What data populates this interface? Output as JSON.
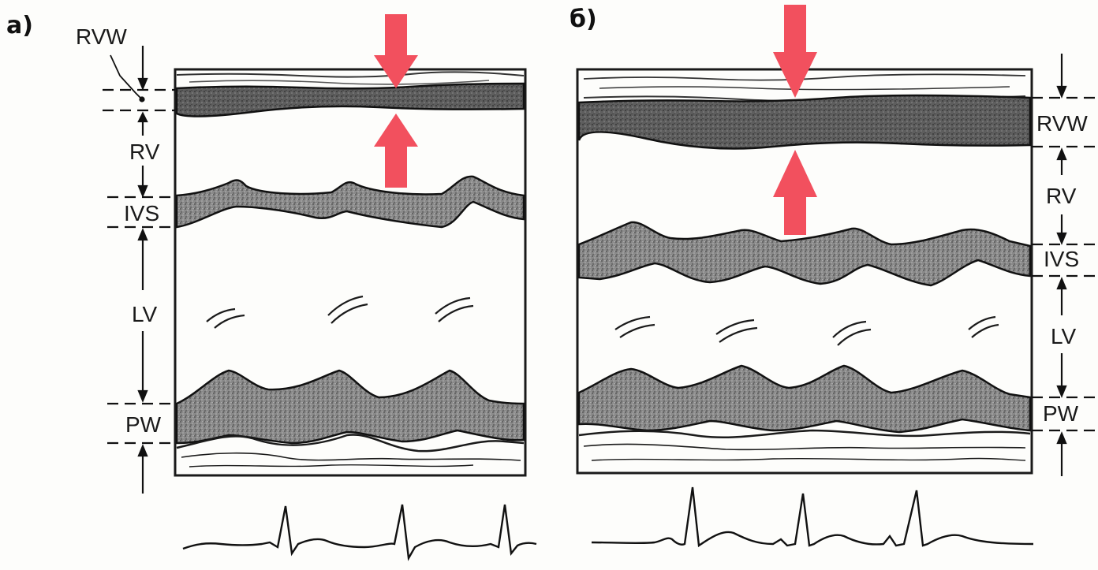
{
  "panel_a": {
    "label": "а)",
    "layers": {
      "rvw": "RVW",
      "rv": "RV",
      "ivs": "IVS",
      "lv": "LV",
      "pw": "PW"
    }
  },
  "panel_b": {
    "label": "б)",
    "layers": {
      "rvw": "RVW",
      "rv": "RV",
      "ivs": "IVS",
      "lv": "LV",
      "pw": "PW"
    }
  },
  "colors": {
    "arrow": "#f2505e",
    "tissue": "#6e6e6e",
    "frame": "#1a1a1a",
    "background": "#fdfdfb"
  }
}
